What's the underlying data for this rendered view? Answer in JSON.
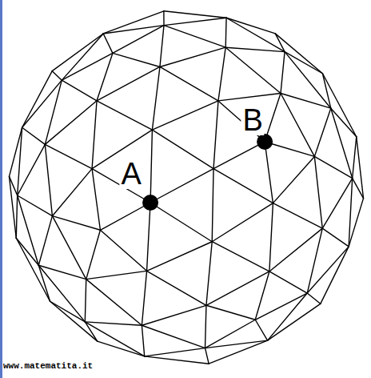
{
  "diagram": {
    "labels": [
      "A",
      "B",
      "www.matematita.it"
    ]
  }
}
